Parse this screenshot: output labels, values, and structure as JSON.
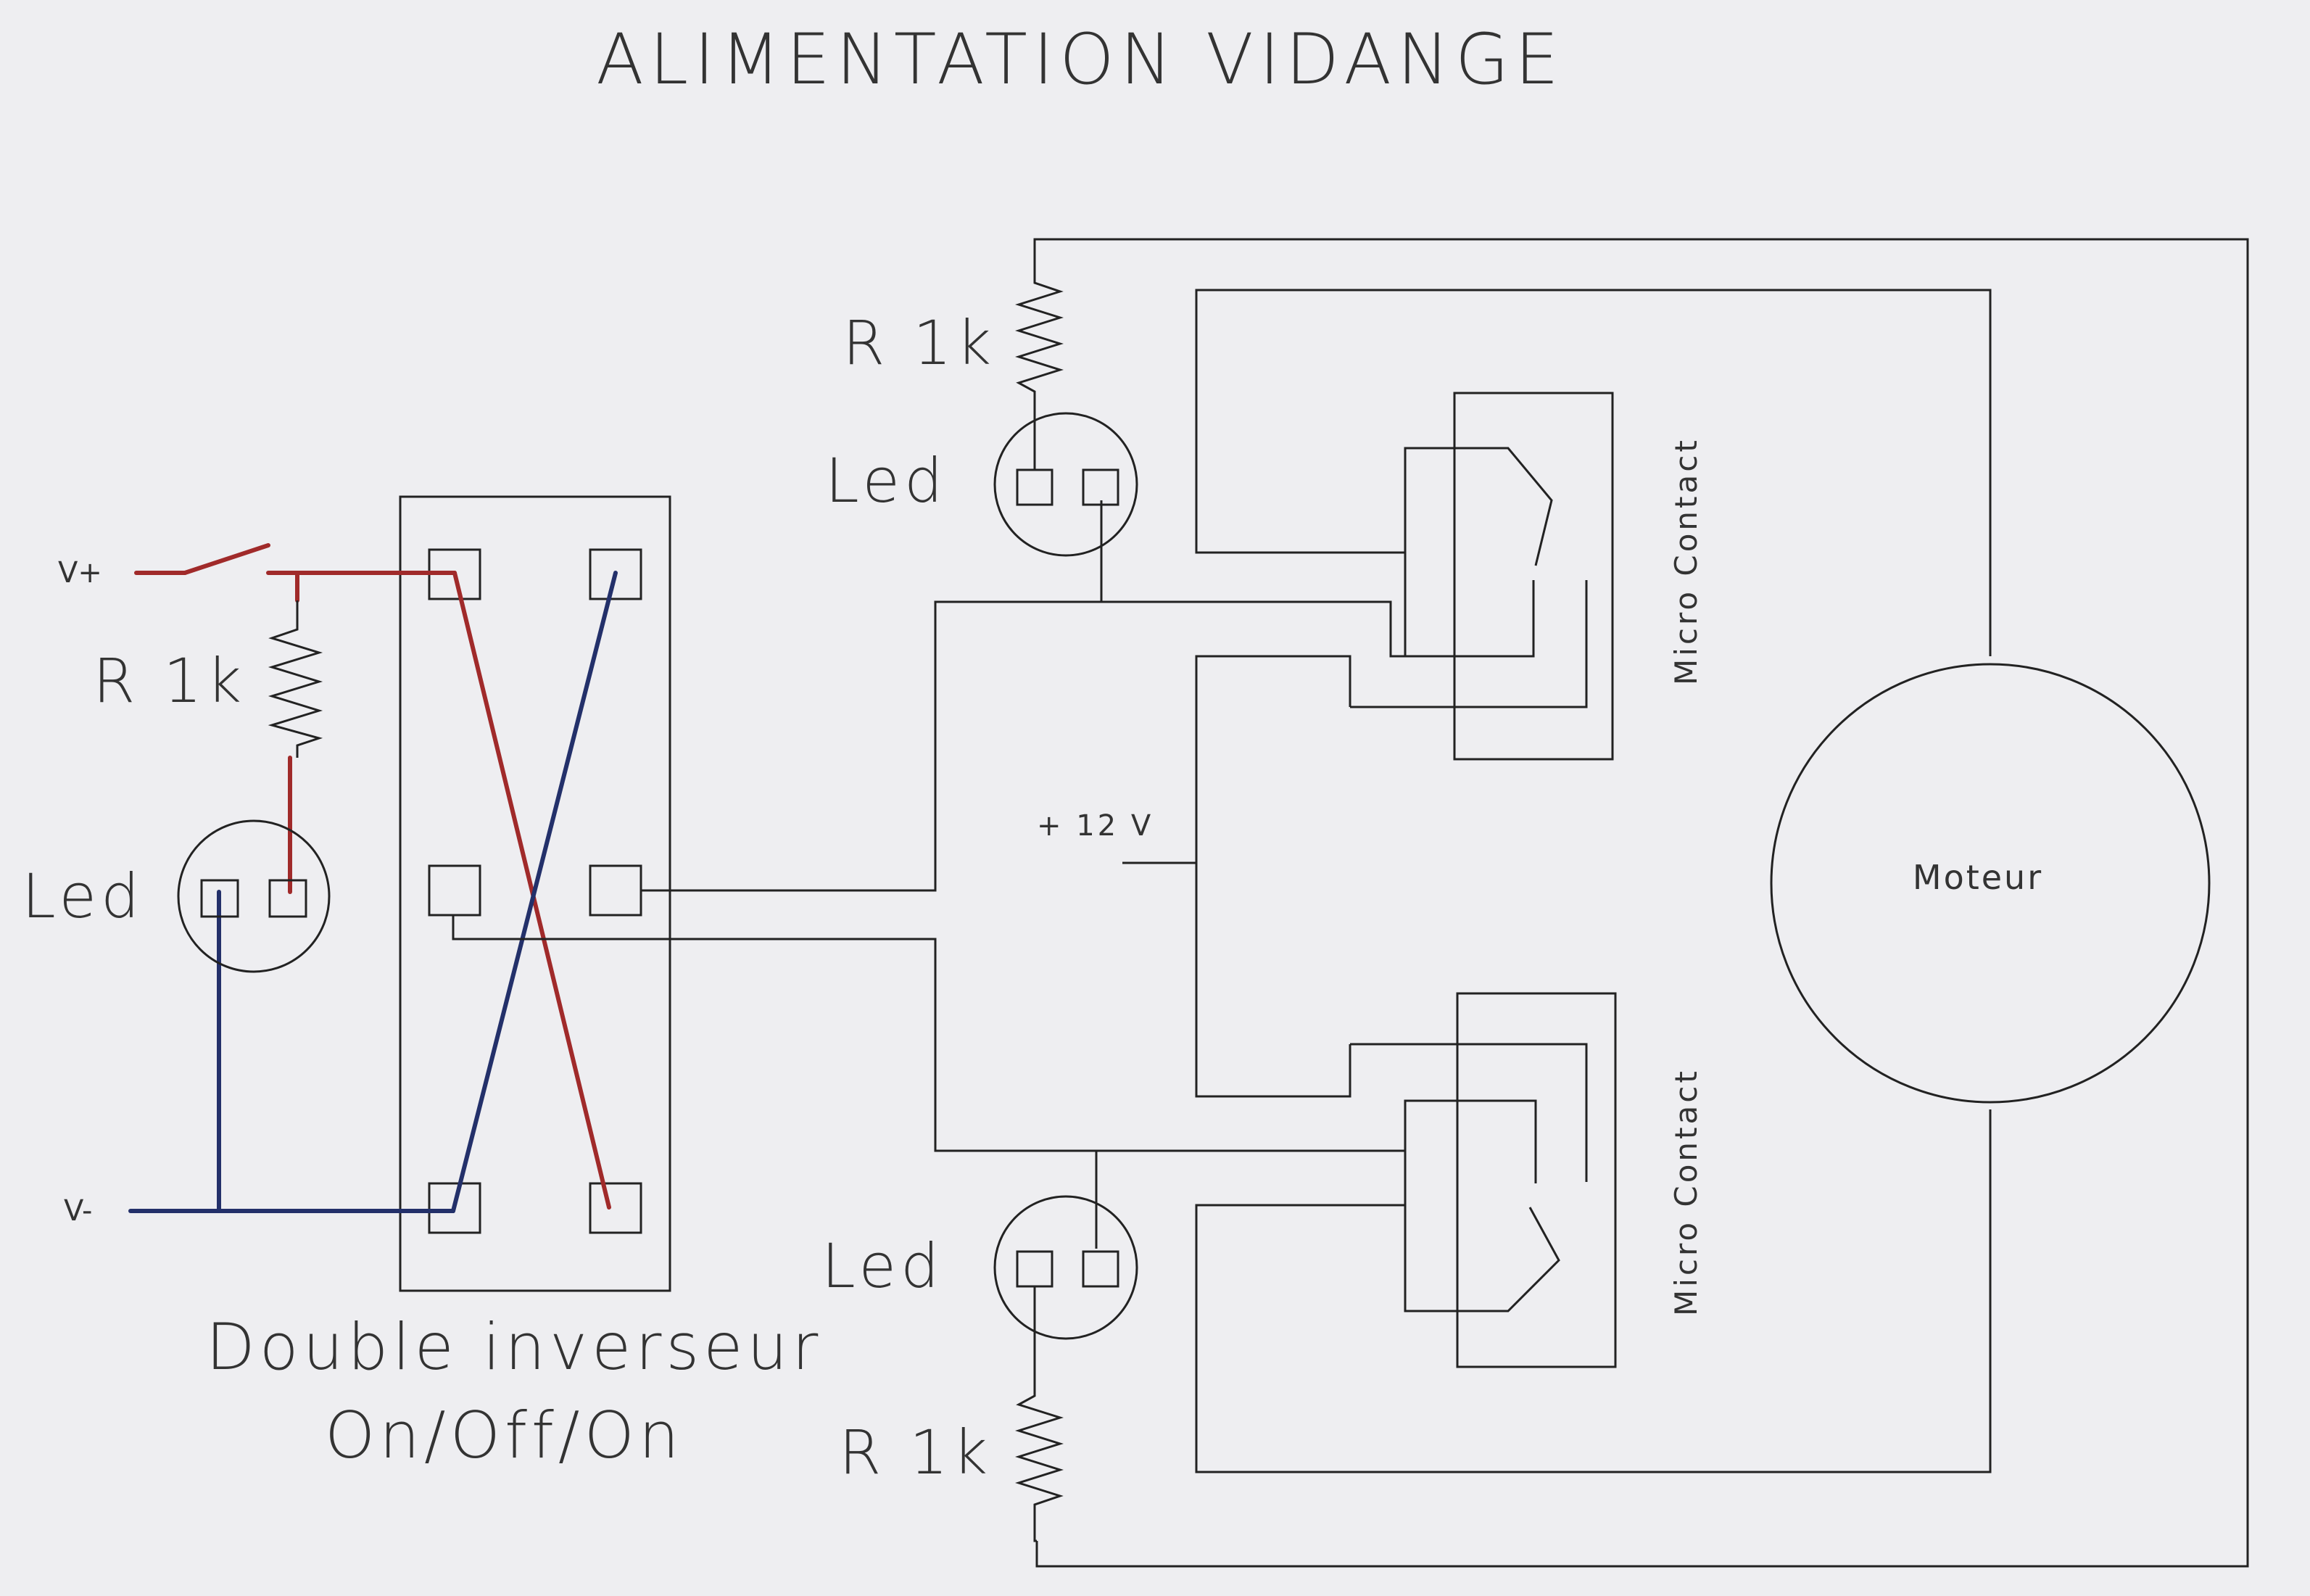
{
  "title": "ALIMENTATION VIDANGE",
  "labels": {
    "v_plus": "V+",
    "v_minus": "V-",
    "resistor_left": "R 1k",
    "resistor_top": "R 1k",
    "resistor_bottom": "R 1k",
    "led_left": "Led",
    "led_top": "Led",
    "led_bottom": "Led",
    "supply": "+ 12 V",
    "motor": "Moteur",
    "micro_contact_top": "Micro Contact",
    "micro_contact_bottom": "Micro Contact",
    "switch_name_line1": "Double inverseur",
    "switch_name_line2": "On/Off/On"
  },
  "colors": {
    "wire_black": "#222222",
    "wire_red": "#a02a2a",
    "wire_blue": "#23306a",
    "paper": "#eeeef1"
  }
}
